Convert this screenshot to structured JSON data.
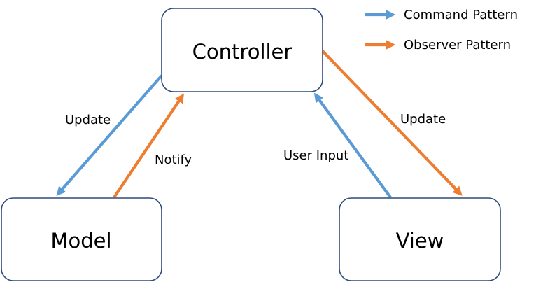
{
  "colors": {
    "command": "#5b9bd5",
    "observer": "#ed7d31",
    "box_border": "#2e4a7a"
  },
  "legend": {
    "command_label": "Command Pattern",
    "observer_label": "Observer Pattern"
  },
  "nodes": {
    "controller": "Controller",
    "model": "Model",
    "view": "View"
  },
  "edges": {
    "controller_to_model": {
      "label": "Update",
      "type": "command"
    },
    "model_to_controller": {
      "label": "Notify",
      "type": "observer"
    },
    "view_to_controller": {
      "label": "User Input",
      "type": "command"
    },
    "controller_to_view": {
      "label": "Update",
      "type": "observer"
    }
  }
}
